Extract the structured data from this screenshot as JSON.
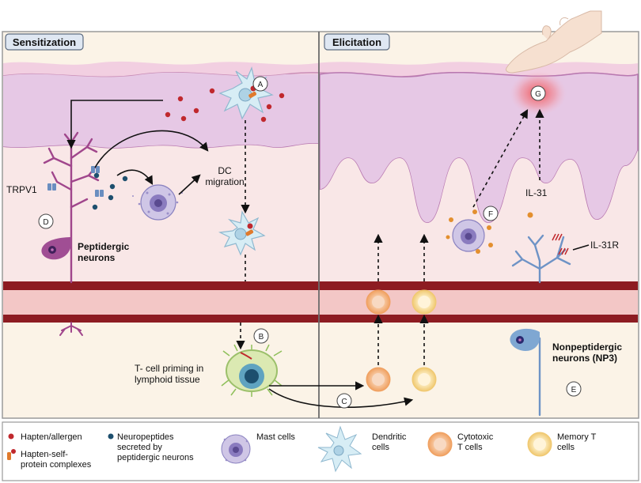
{
  "panels": {
    "left_title": "Sensitization",
    "right_title": "Elicitation"
  },
  "markers": {
    "a": "A",
    "b": "B",
    "c": "C",
    "d": "D",
    "e": "E",
    "f": "F",
    "g": "G"
  },
  "labels": {
    "trpv1": "TRPV1",
    "dc_migration_1": "DC",
    "dc_migration_2": "migration",
    "peptidergic_1": "Peptidergic",
    "peptidergic_2": "neurons",
    "tcell_priming_1": "T- cell priming in",
    "tcell_priming_2": "lymphoid tissue",
    "il31": "IL-31",
    "il31r": "IL-31R",
    "nonpeptidergic_1": "Nonpeptidergic",
    "nonpeptidergic_2": "neurons (NP3)"
  },
  "legend": {
    "hapten_allergen": "Hapten/allergen",
    "hapten_self_1": "Hapten-self-",
    "hapten_self_2": "protein complexes",
    "neuropeptides_1": "Neuropeptides",
    "neuropeptides_2": "secreted by",
    "neuropeptides_3": "peptidergic neurons",
    "mast_cells": "Mast cells",
    "dendritic_1": "Dendritic",
    "dendritic_2": "cells",
    "cytotoxic_1": "Cytotoxic",
    "cytotoxic_2": "T cells",
    "memory_1": "Memory T",
    "memory_2": "cells"
  },
  "colors": {
    "epidermis": "#e5c7e3",
    "dermis": "#f7e6e6",
    "vessel_wall": "#8d1c22",
    "vessel_lumen": "#f3c7c6",
    "lymph": "#fbf3e7",
    "hapten": "#c0282d",
    "neuropeptide": "#1d4f6e",
    "neuron_pink": "#a0468c",
    "neuron_blue": "#6e93c6",
    "dendritic": "#cfe9f3",
    "mast": "#8a82c0",
    "cytotoxic": "#f2a86d",
    "memory": "#f3d08a"
  },
  "icons": [
    "hapten-dot-icon",
    "hapten-complex-icon",
    "neuropeptide-dot-icon",
    "mast-cell-icon",
    "dendritic-cell-icon",
    "cytotoxic-t-cell-icon",
    "memory-t-cell-icon",
    "hand-icon"
  ]
}
